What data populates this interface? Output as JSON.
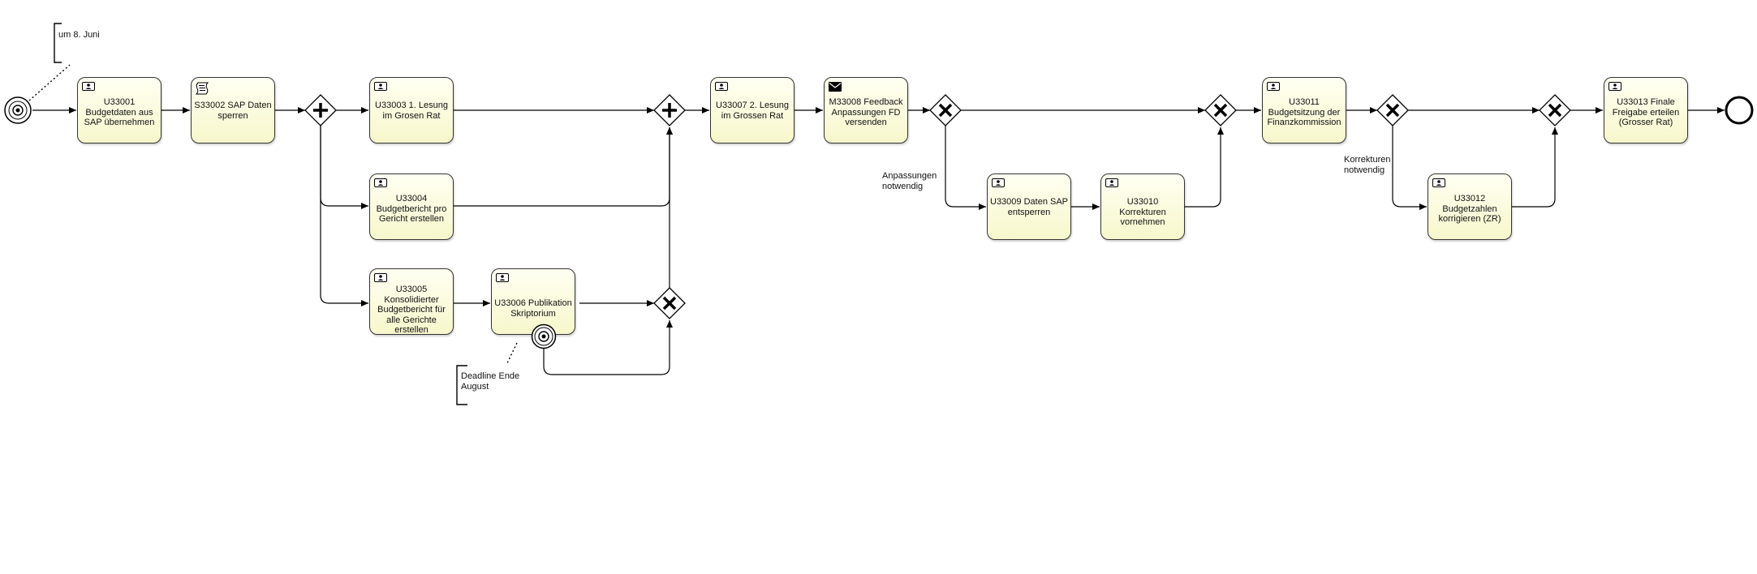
{
  "diagram": {
    "tasks": {
      "t1": "U33001\nBudgetdaten aus\nSAP übernehmen",
      "t2": "S33002 SAP Daten\nsperren",
      "t3": "U33003 1. Lesung\nim Grosen Rat",
      "t4": "U33004\nBudgetbericht pro\nGericht erstellen",
      "t5": "U33005\nKonsolidierter\nBudgetbericht für\nalle Gerichte\nerstellen",
      "t6": "U33006 Publikation\nSkriptorium",
      "t7": "U33007 2. Lesung\nim Grossen Rat",
      "t8": "M33008 Feedback\nAnpassungen FD\nversenden",
      "t9": "U33009 Daten SAP\nentsperren",
      "t10": "U33010 Korrekturen\nvornehmen",
      "t11": "U33011\nBudgetsitzung der\nFinanzkommission",
      "t12": "U33012\nBudgetzahlen\nkorrigieren (ZR)",
      "t13": "U33013 Finale\nFreigabe erteilen\n(Grosser Rat)"
    },
    "annotations": {
      "start_timer": "um 8. Juni",
      "deadline": "Deadline Ende\nAugust"
    },
    "flow_labels": {
      "anpassungen": "Anpassungen\nnotwendig",
      "korrekturen": "Korrekturen\nnotwendig"
    }
  }
}
